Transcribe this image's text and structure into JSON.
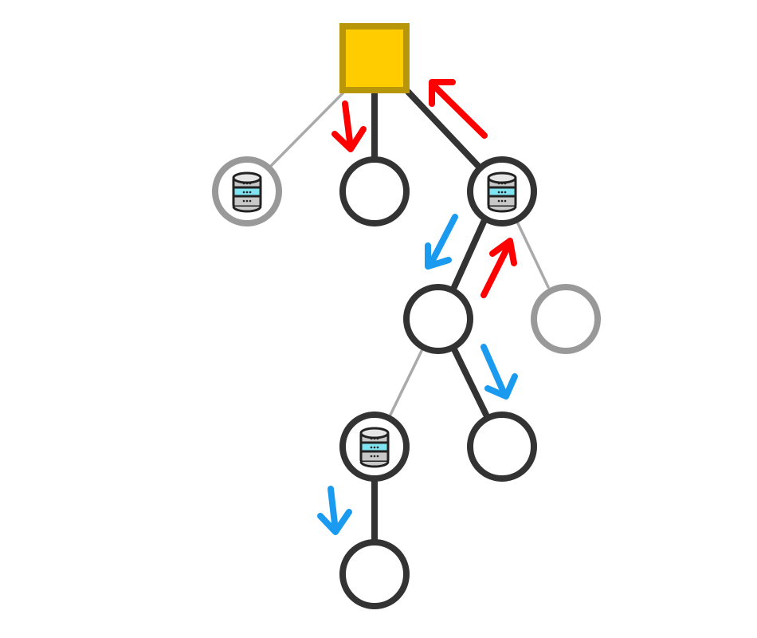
{
  "colors": {
    "root_fill": "#FFCC00",
    "root_border": "#B8960A",
    "strong": "#333333",
    "faint": "#999999",
    "up_arrow": "#FF0000",
    "down_arrow": "#1A9BF0",
    "db_band": "#7FE3F0",
    "db_body": "#C8C8C8"
  },
  "legend_icons": {
    "root": "square-node",
    "database": "database-icon",
    "down": "blue-arrow",
    "up": "red-arrow"
  }
}
